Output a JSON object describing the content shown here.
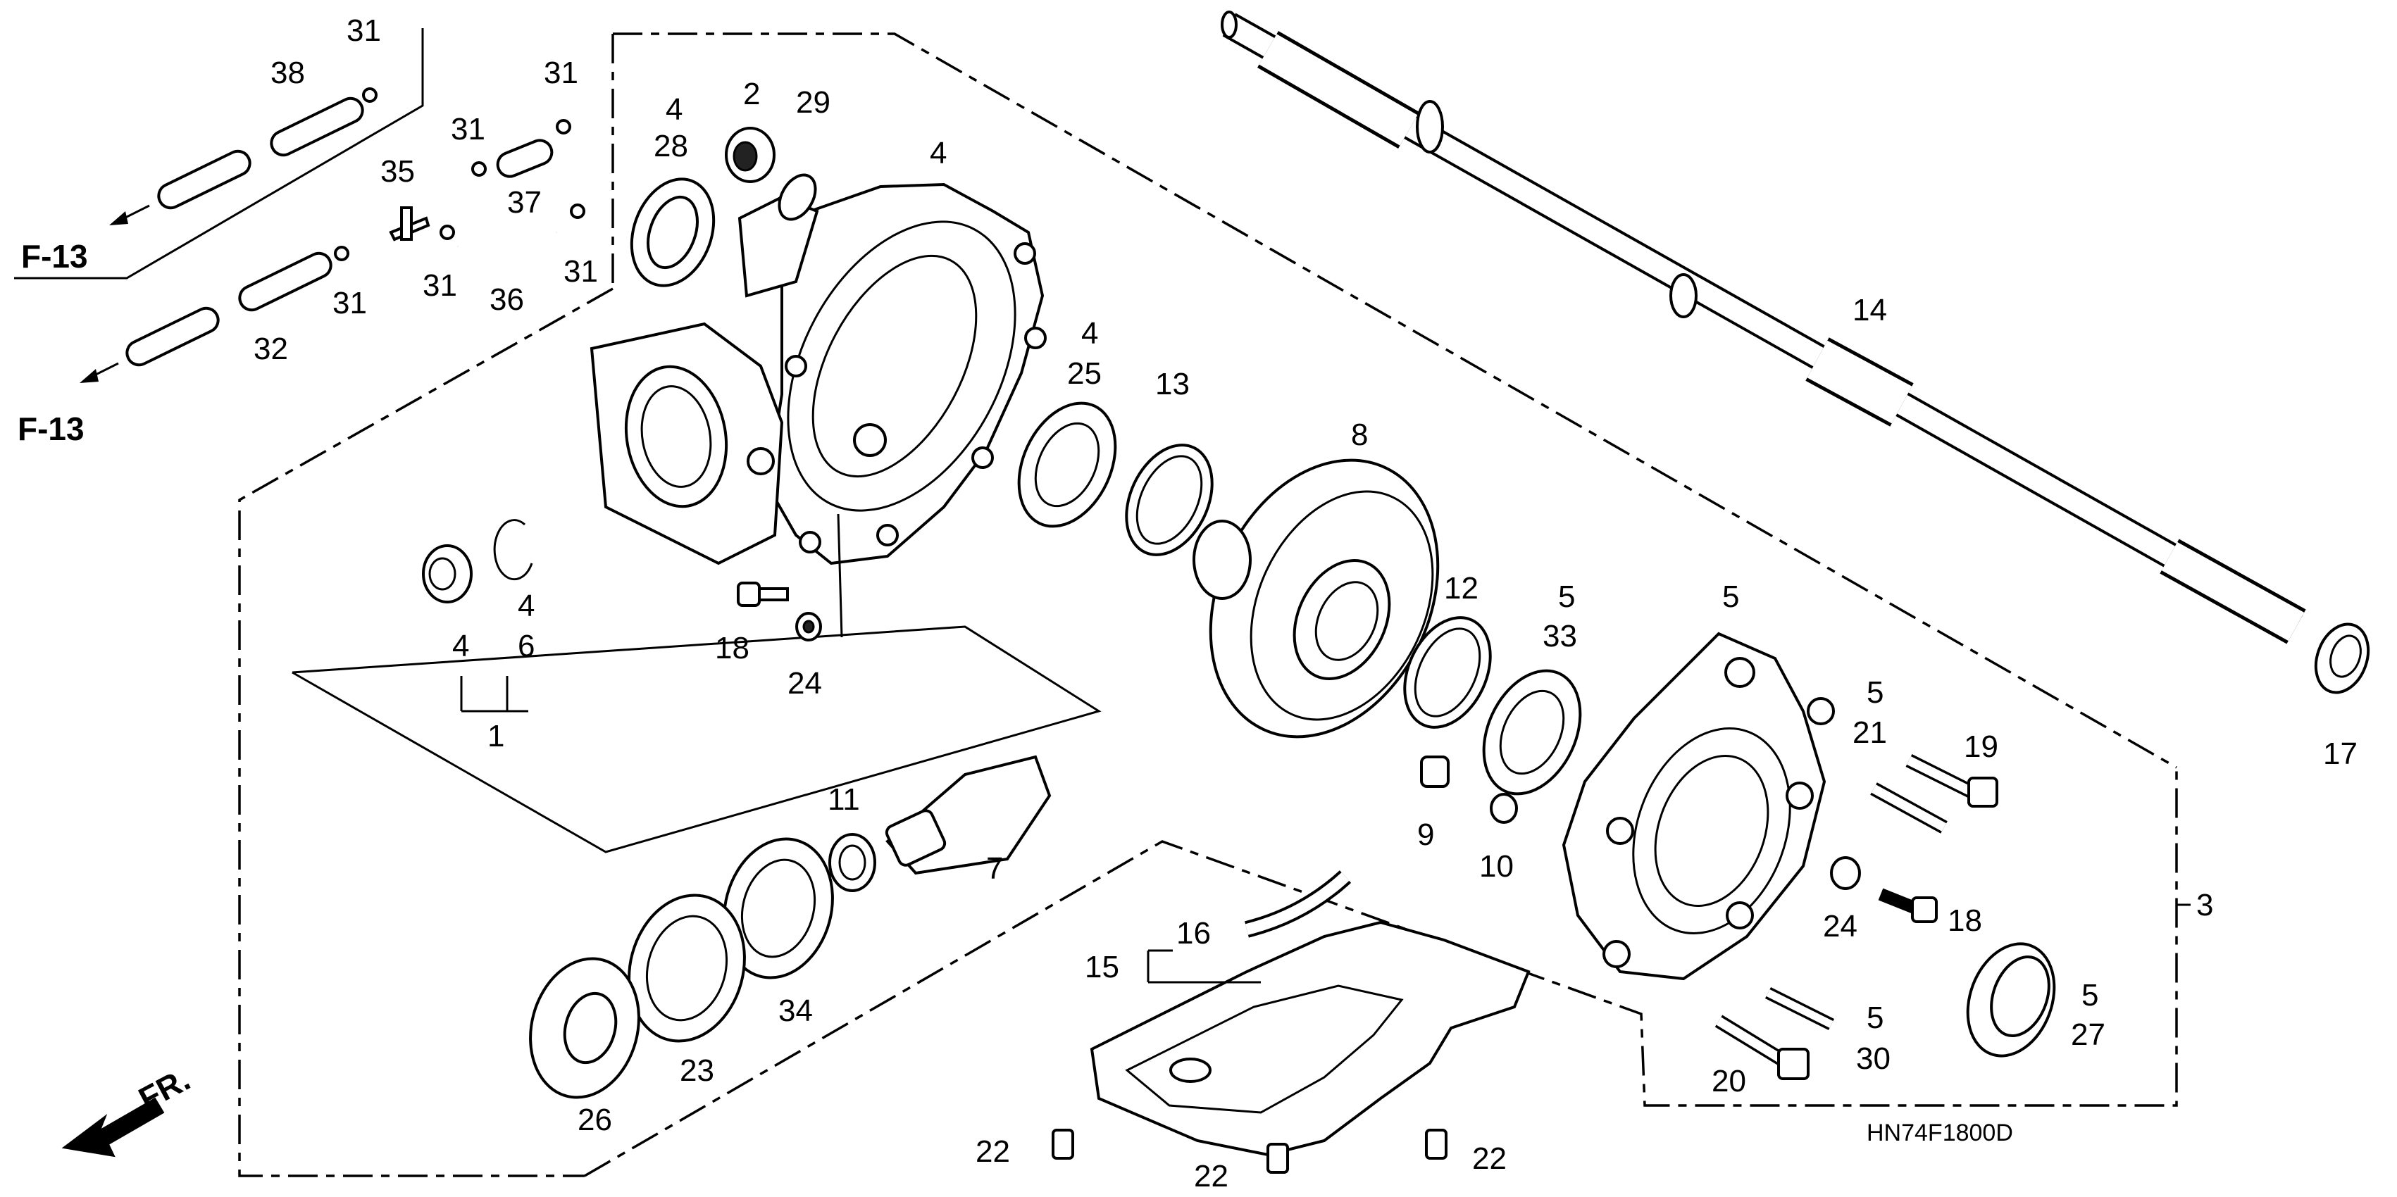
{
  "diagram": {
    "title": "",
    "drawing_code": "HN74F1800D",
    "front_indicator": "FR.",
    "refs": [
      "F-13",
      "F-13"
    ],
    "callouts": [
      {
        "id": "c31a",
        "text": "31"
      },
      {
        "id": "c38",
        "text": "38"
      },
      {
        "id": "c31b",
        "text": "31"
      },
      {
        "id": "c31c",
        "text": "31"
      },
      {
        "id": "c37",
        "text": "37"
      },
      {
        "id": "c35",
        "text": "35"
      },
      {
        "id": "c31d",
        "text": "31"
      },
      {
        "id": "c36",
        "text": "36"
      },
      {
        "id": "c31e",
        "text": "31"
      },
      {
        "id": "c31f",
        "text": "31"
      },
      {
        "id": "c32",
        "text": "32"
      },
      {
        "id": "c4a",
        "text": "4"
      },
      {
        "id": "c28",
        "text": "28"
      },
      {
        "id": "c2",
        "text": "2"
      },
      {
        "id": "c29",
        "text": "29"
      },
      {
        "id": "c4b",
        "text": "4"
      },
      {
        "id": "c4c",
        "text": "4"
      },
      {
        "id": "c25",
        "text": "25"
      },
      {
        "id": "c13",
        "text": "13"
      },
      {
        "id": "c8",
        "text": "8"
      },
      {
        "id": "c14",
        "text": "14"
      },
      {
        "id": "c4d",
        "text": "4"
      },
      {
        "id": "c4e",
        "text": "4"
      },
      {
        "id": "c6",
        "text": "6"
      },
      {
        "id": "c1",
        "text": "1"
      },
      {
        "id": "c18a",
        "text": "18"
      },
      {
        "id": "c24a",
        "text": "24"
      },
      {
        "id": "c12",
        "text": "12"
      },
      {
        "id": "c5a",
        "text": "5"
      },
      {
        "id": "c33",
        "text": "33"
      },
      {
        "id": "c5b",
        "text": "5"
      },
      {
        "id": "c17",
        "text": "17"
      },
      {
        "id": "c5c",
        "text": "5"
      },
      {
        "id": "c21",
        "text": "21"
      },
      {
        "id": "c19",
        "text": "19"
      },
      {
        "id": "c9",
        "text": "9"
      },
      {
        "id": "c10",
        "text": "10"
      },
      {
        "id": "c11",
        "text": "11"
      },
      {
        "id": "c7",
        "text": "7"
      },
      {
        "id": "c3",
        "text": "3"
      },
      {
        "id": "c24b",
        "text": "24"
      },
      {
        "id": "c18b",
        "text": "18"
      },
      {
        "id": "c16",
        "text": "16"
      },
      {
        "id": "c15",
        "text": "15"
      },
      {
        "id": "c34",
        "text": "34"
      },
      {
        "id": "c23",
        "text": "23"
      },
      {
        "id": "c26",
        "text": "26"
      },
      {
        "id": "c5d",
        "text": "5"
      },
      {
        "id": "c27",
        "text": "27"
      },
      {
        "id": "c5e",
        "text": "5"
      },
      {
        "id": "c30",
        "text": "30"
      },
      {
        "id": "c20",
        "text": "20"
      },
      {
        "id": "c22a",
        "text": "22"
      },
      {
        "id": "c22b",
        "text": "22"
      },
      {
        "id": "c22c",
        "text": "22"
      }
    ]
  }
}
